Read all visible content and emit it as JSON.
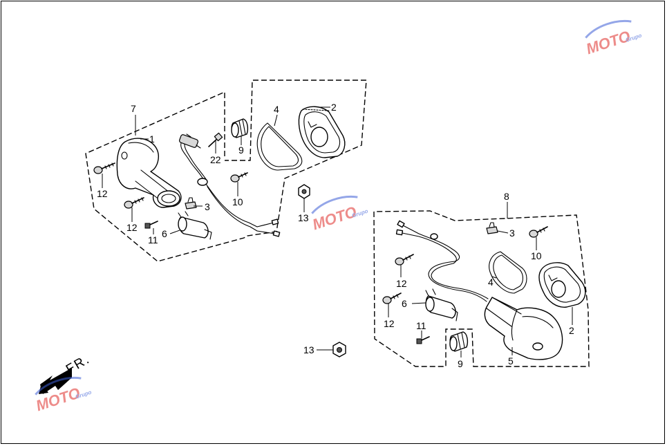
{
  "labels": {
    "l7": "7",
    "l1": "1",
    "l22": "22",
    "l9a": "9",
    "l4a": "4",
    "l2a": "2",
    "l12a": "12",
    "l12b": "12",
    "l11a": "11",
    "l3a": "3",
    "l6a": "6",
    "l10a": "10",
    "l13a": "13",
    "l8": "8",
    "l3b": "3",
    "l10b": "10",
    "l12c": "12",
    "l4b": "4",
    "l12d": "12",
    "l6b": "6",
    "l2b": "2",
    "l11b": "11",
    "l9b": "9",
    "l5": "5",
    "l13b": "13"
  },
  "direction": {
    "text": "FR."
  },
  "watermark": {
    "text": "MOTO",
    "sub": "Grupo"
  },
  "colors": {
    "watermark_red": "#e0302c",
    "watermark_blue": "#3d5fd6",
    "line": "#000000"
  }
}
